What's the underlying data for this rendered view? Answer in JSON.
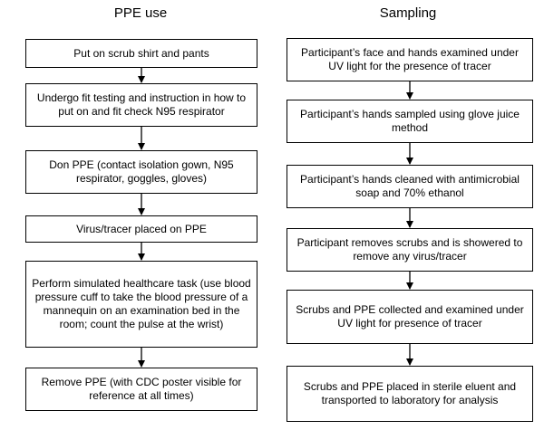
{
  "left_column": {
    "title": "PPE use",
    "steps": [
      "Put on scrub shirt and pants",
      "Undergo fit testing and instruction in how to put on and fit check N95 respirator",
      "Don PPE (contact isolation gown, N95 respirator, goggles, gloves)",
      "Virus/tracer placed on PPE",
      "Perform simulated healthcare task (use blood pressure cuff to take the blood pressure of a mannequin on an examination bed in the room; count the pulse at the wrist)",
      "Remove PPE (with CDC poster visible for reference at all times)"
    ]
  },
  "right_column": {
    "title": "Sampling",
    "steps": [
      "Participant’s face and hands examined under UV light for the presence of tracer",
      "Participant’s hands sampled using glove juice method",
      "Participant’s hands cleaned with antimicrobial soap and 70% ethanol",
      "Participant removes scrubs and is showered to remove any virus/tracer",
      "Scrubs and PPE collected and examined under UV light for presence of tracer",
      "Scrubs and PPE placed in sterile eluent and transported to laboratory for analysis"
    ]
  }
}
